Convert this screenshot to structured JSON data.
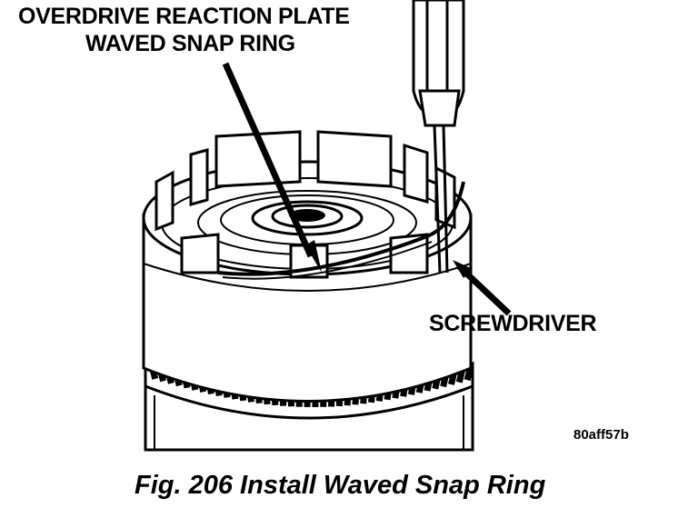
{
  "labels": {
    "reaction_plate_line1": "OVERDRIVE REACTION PLATE",
    "reaction_plate_line2": "WAVED SNAP RING",
    "screwdriver": "SCREWDRIVER"
  },
  "figure_id": "80aff57b",
  "caption": "Fig. 206 Install Waved Snap Ring",
  "colors": {
    "ink": "#000000",
    "paper": "#ffffff",
    "shade": "#d9d9d9"
  }
}
